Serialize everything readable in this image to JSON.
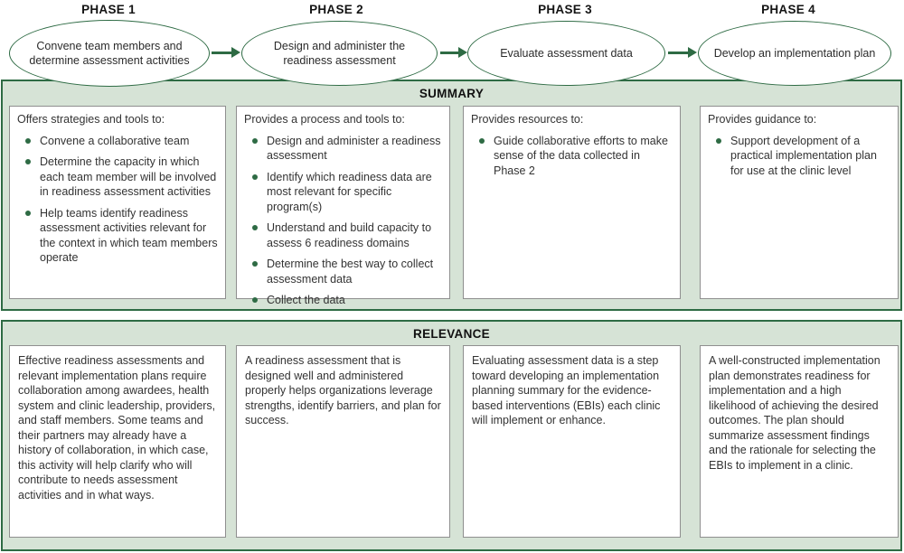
{
  "colors": {
    "accent_green": "#2e6b44",
    "band_fill": "#d6e3d6",
    "box_border": "#8f8f8f"
  },
  "phases": [
    {
      "label": "PHASE 1",
      "oval_text": "Convene team members and determine assessment activities"
    },
    {
      "label": "PHASE 2",
      "oval_text": "Design and administer the readiness assessment"
    },
    {
      "label": "PHASE 3",
      "oval_text": "Evaluate assessment data"
    },
    {
      "label": "PHASE 4",
      "oval_text": "Develop an implementation plan"
    }
  ],
  "summary": {
    "title": "SUMMARY",
    "boxes": [
      {
        "intro": "Offers strategies and tools to:",
        "bullets": [
          "Convene a collaborative team",
          "Determine the capacity in which each team member will be involved in readiness assessment activities",
          "Help teams identify readiness assessment activities relevant for the context in which team members operate"
        ]
      },
      {
        "intro": "Provides a process and tools to:",
        "bullets": [
          "Design and administer a readiness assessment",
          "Identify which readiness data are most relevant for specific program(s)",
          "Understand and build capacity to assess 6 readiness domains",
          "Determine the best way to collect assessment data",
          "Collect the data"
        ]
      },
      {
        "intro": "Provides resources to:",
        "bullets": [
          "Guide collaborative efforts to make sense of the data collected in Phase 2"
        ]
      },
      {
        "intro": "Provides guidance to:",
        "bullets": [
          "Support development of a practical implementation plan for use at the clinic level"
        ]
      }
    ]
  },
  "relevance": {
    "title": "RELEVANCE",
    "boxes": [
      {
        "text": "Effective readiness assessments and relevant implementation plans require collaboration among awardees, health system and clinic leadership, providers, and staff members. Some teams and their partners may already have a history of collaboration, in which case, this activity will help clarify who will contribute to needs assessment activities and in what ways."
      },
      {
        "text": "A readiness assessment that is designed well and administered properly helps organizations leverage strengths, identify barriers, and plan for success."
      },
      {
        "text": "Evaluating assessment data is a step toward developing an implementation planning summary for the evidence-based interventions (EBIs) each clinic will implement or enhance."
      },
      {
        "text": "A well-constructed implementation plan demonstrates readiness for implementation and a high likelihood of achieving the desired outcomes. The plan should summarize assessment findings and the rationale for selecting the EBIs to implement in a clinic."
      }
    ]
  }
}
